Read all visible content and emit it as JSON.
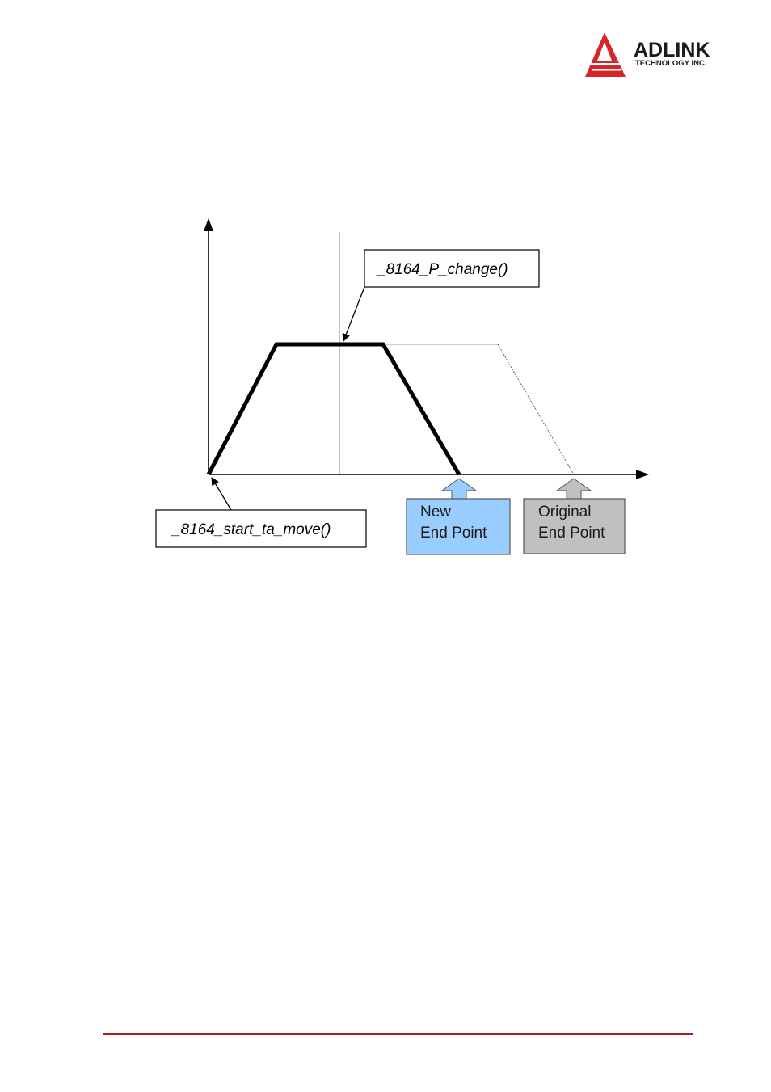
{
  "header": {
    "logo": {
      "brand": "ADLINK",
      "tagline": "TECHNOLOGY INC.",
      "icon": "adlink-triangle-logo-icon",
      "color": "#d6262b"
    }
  },
  "diagram": {
    "callouts": {
      "p_change": "_8164_P_change()",
      "start_move": "_8164_start_ta_move()"
    },
    "end_points": {
      "new": {
        "line1": "New",
        "line2": "End Point",
        "fill": "#99ccff"
      },
      "original": {
        "line1": "Original",
        "line2": "End Point",
        "fill": "#c0c0c0"
      }
    }
  },
  "footer": {
    "rule_color": "#b01c1c"
  }
}
